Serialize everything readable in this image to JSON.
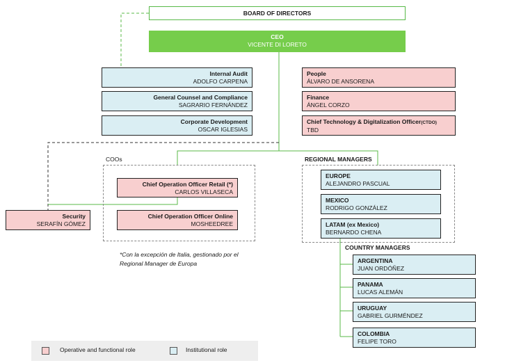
{
  "board": {
    "label": "BOARD OF DIRECTORS"
  },
  "ceo": {
    "title": "CEO",
    "name": "VICENTE DI LORETO"
  },
  "left_roles": [
    {
      "title": "Internal Audit",
      "name": "ADOLFO CARPENA"
    },
    {
      "title": "General Counsel and Compliance",
      "name": "SAGRARIO FERNÁNDEZ"
    },
    {
      "title": "Corporate Development",
      "name": "OSCAR  IGLESIAS"
    }
  ],
  "right_roles": [
    {
      "title": "People",
      "name": "ÁLVARO  DE ANSORENA"
    },
    {
      "title": "Finance",
      "name": "ÁNGEL CORZO"
    },
    {
      "title": "Chief Technology & Digitalization Officer",
      "suffix": "(CTDO)",
      "name": "TBD"
    }
  ],
  "coos": {
    "label": "COOs",
    "items": [
      {
        "title": "Chief Operation Officer Retail (*)",
        "name": "CARLOS VILLASECA"
      },
      {
        "title": "Chief Operation Officer Online",
        "name": "MOSHEEDREE"
      }
    ]
  },
  "security": {
    "title": "Security",
    "name": "SERAFÍN GÓMEZ"
  },
  "regional": {
    "label": "REGIONAL MANAGERS",
    "items": [
      {
        "title": "EUROPE",
        "name": "ALEJANDRO PASCUAL"
      },
      {
        "title": "MEXICO",
        "name": "RODRIGO GONZÁLEZ"
      },
      {
        "title": "LATAM (ex Mexico)",
        "name": "BERNARDO CHENA"
      }
    ]
  },
  "country": {
    "label": "COUNTRY MANAGERS",
    "items": [
      {
        "title": "ARGENTINA",
        "name": "JUAN ORDÓÑEZ"
      },
      {
        "title": "PANAMA",
        "name": "LUCAS ALEMÁN"
      },
      {
        "title": "URUGUAY",
        "name": "GABRIEL GURMÉNDEZ"
      },
      {
        "title": "COLOMBIA",
        "name": "FELIPE TORO"
      }
    ]
  },
  "note": "*Con la excepción de Italia, gestionado por el Regional Manager de Europa",
  "legend": {
    "operative": "Operative and functional role",
    "institutional": "Institutional role"
  },
  "colors": {
    "institutional": "#daeef3",
    "operative": "#f8cfcf",
    "ceo": "#76cd4b",
    "connector": "#58b947"
  }
}
